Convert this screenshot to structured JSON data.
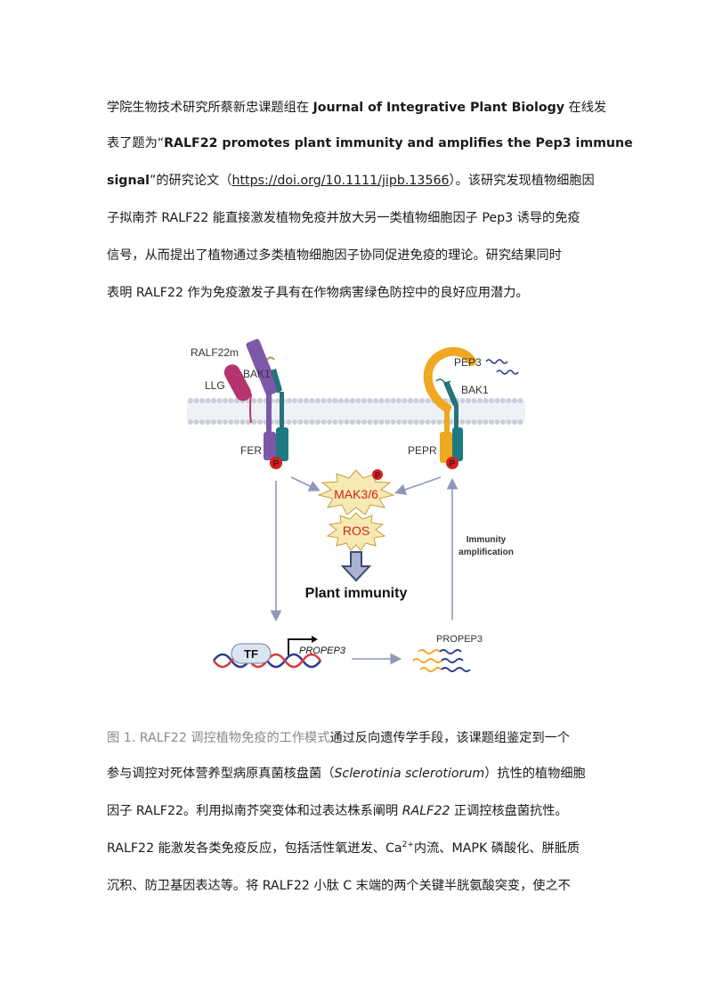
{
  "paragraph1": {
    "l1": {
      "a": "学院生物技术研究所蔡新忠课题组在 ",
      "b": "Journal of Integrative Plant Biology",
      "c": " 在线发"
    },
    "l2": {
      "a": "表了题为“",
      "b": "RALF22 promotes plant immunity and amplifies the Pep3 immune"
    },
    "l3": {
      "a": "signal",
      "b": "”的研究论文（",
      "c": "https://doi.org/10.1111/jipb.13566",
      "d": "）。该研究发现植物细胞因"
    },
    "l4": "子拟南芥 RALF22 能直接激发植物免疫并放大另一类植物细胞因子 Pep3 诱导的免疫",
    "l5": "信号，从而提出了植物通过多类植物细胞因子协同促进免疫的理论。研究结果同时",
    "l6": "表明 RALF22 作为免疫激发子具有在作物病害绿色防控中的良好应用潜力。"
  },
  "figure": {
    "ralf22m": "RALF22m",
    "llg": "LLG",
    "bak1_left": "BAK1",
    "fer": "FER",
    "pep3": "PEP3",
    "bak1_right": "BAK1",
    "pepr": "PEPR",
    "p": "P",
    "mak": "MAK3/6",
    "ros": "ROS",
    "plant_immunity": "Plant immunity",
    "immunity_line1": "Immunity",
    "immunity_line2": "amplification",
    "tf": "TF",
    "propep3_gene": "PROPEP3",
    "propep3": "PROPEP3"
  },
  "paragraph2": {
    "l1": {
      "caption": "图 1. RALF22 调控植物免疫的工作模式",
      "text": "通过反向遗传学手段，该课题组鉴定到一个"
    },
    "l2": {
      "a": "参与调控对死体营养型病原真菌核盘菌（",
      "b": "Sclerotinia sclerotiorum",
      "c": "）抗性的植物细胞"
    },
    "l3": {
      "a": "因子 RALF22。利用拟南芥突变体和过表达株系阐明 ",
      "b": "RALF22",
      "c": " 正调控核盘菌抗性。"
    },
    "l4": {
      "a": "RALF22 能激发各类免疫反应，包括活性氧迸发、Ca",
      "sup": "2+",
      "b": "内流、MAPK 磷酸化、胼胝质"
    },
    "l5": "沉积、防卫基因表达等。将 RALF22 小肽 C 末端的两个关键半胱氨酸突变，使之不"
  }
}
